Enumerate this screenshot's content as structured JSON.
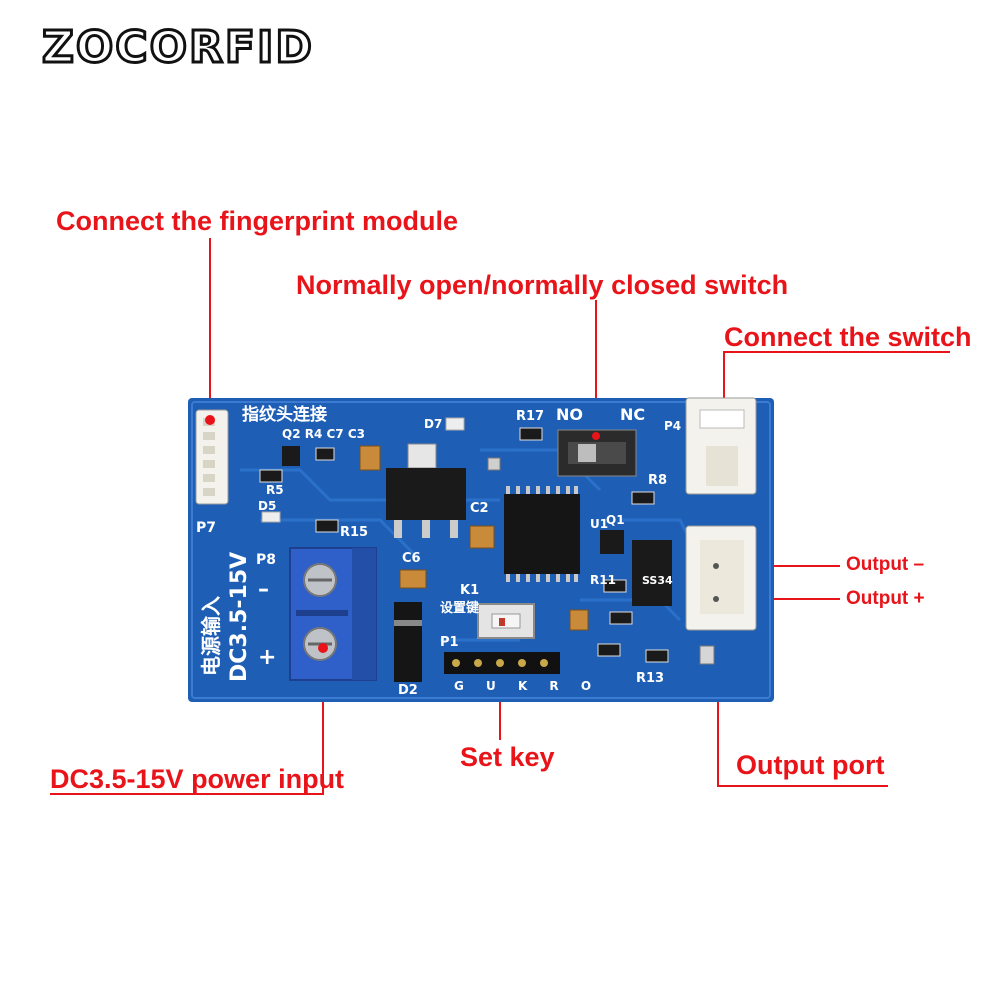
{
  "brand": "ZOCORFID",
  "callouts": {
    "fingerprint": "Connect the fingerprint module",
    "switch_mode": "Normally open/normally closed switch",
    "connect_switch": "Connect the switch",
    "output_minus": "Output –",
    "output_plus": "Output +",
    "power_input": "DC3.5-15V power input",
    "set_key": "Set key",
    "output_port": "Output port"
  },
  "board": {
    "fp_header_label": "指纹头连接",
    "power_label_cn": "电源输入",
    "power_label": "DC3.5-15V",
    "minus": "–",
    "plus": "+",
    "set_label_cn": "设置键",
    "p7": "P7",
    "p8": "P8",
    "p1": "P1",
    "p4": "P4",
    "k1": "K1",
    "no": "NO",
    "nc": "NC",
    "d2": "D2",
    "d5": "D5",
    "d7": "D7",
    "r15": "R15",
    "r17": "R17",
    "r5": "R5",
    "c2": "C2",
    "c6": "C6",
    "u1": "U1",
    "q1": "Q1",
    "r8": "R8",
    "r11": "R11",
    "r13": "R13",
    "ss34": "SS34",
    "refs_top": "Q2 R4 C7 C3",
    "header_pins": "G U K R O"
  },
  "colors": {
    "accent": "#e8141a",
    "pcb": "#1e5fb5",
    "terminal": "#2f5fc8"
  }
}
